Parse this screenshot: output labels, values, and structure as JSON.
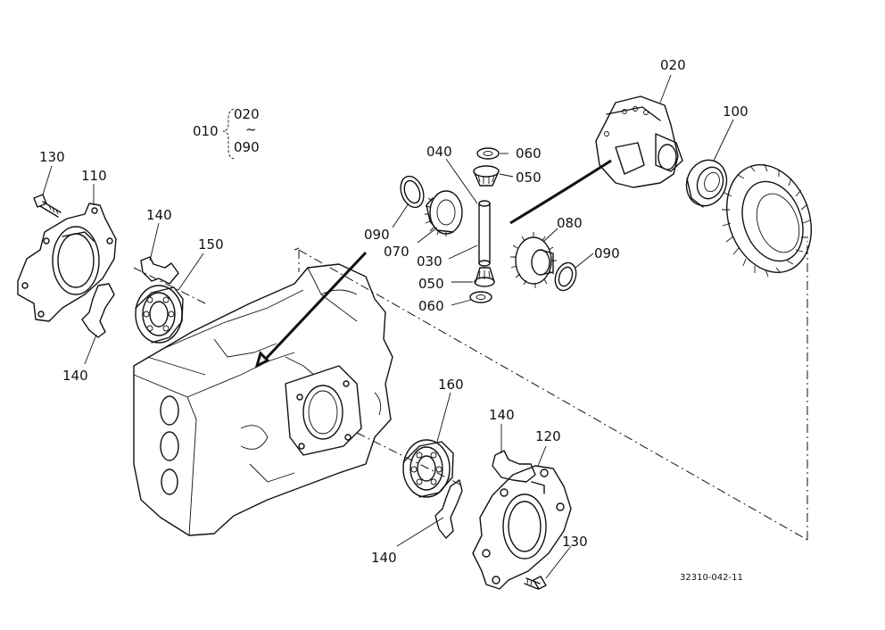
{
  "diagram": {
    "drawing_number": "32310-042-11",
    "group_label": {
      "parent": "010",
      "from": "020",
      "to": "090",
      "tilde": "~"
    },
    "callouts": [
      {
        "id": "c130a",
        "text": "130"
      },
      {
        "id": "c110",
        "text": "110"
      },
      {
        "id": "c140a",
        "text": "140"
      },
      {
        "id": "c150",
        "text": "150"
      },
      {
        "id": "c140b",
        "text": "140"
      },
      {
        "id": "c090a",
        "text": "090"
      },
      {
        "id": "c070",
        "text": "070"
      },
      {
        "id": "c040",
        "text": "040"
      },
      {
        "id": "c060a",
        "text": "060"
      },
      {
        "id": "c050a",
        "text": "050"
      },
      {
        "id": "c030",
        "text": "030"
      },
      {
        "id": "c050b",
        "text": "050"
      },
      {
        "id": "c060b",
        "text": "060"
      },
      {
        "id": "c080",
        "text": "080"
      },
      {
        "id": "c090b",
        "text": "090"
      },
      {
        "id": "c020",
        "text": "020"
      },
      {
        "id": "c100",
        "text": "100"
      },
      {
        "id": "c160",
        "text": "160"
      },
      {
        "id": "c140c",
        "text": "140"
      },
      {
        "id": "c120",
        "text": "120"
      },
      {
        "id": "c140d",
        "text": "140"
      },
      {
        "id": "c130b",
        "text": "130"
      }
    ]
  }
}
